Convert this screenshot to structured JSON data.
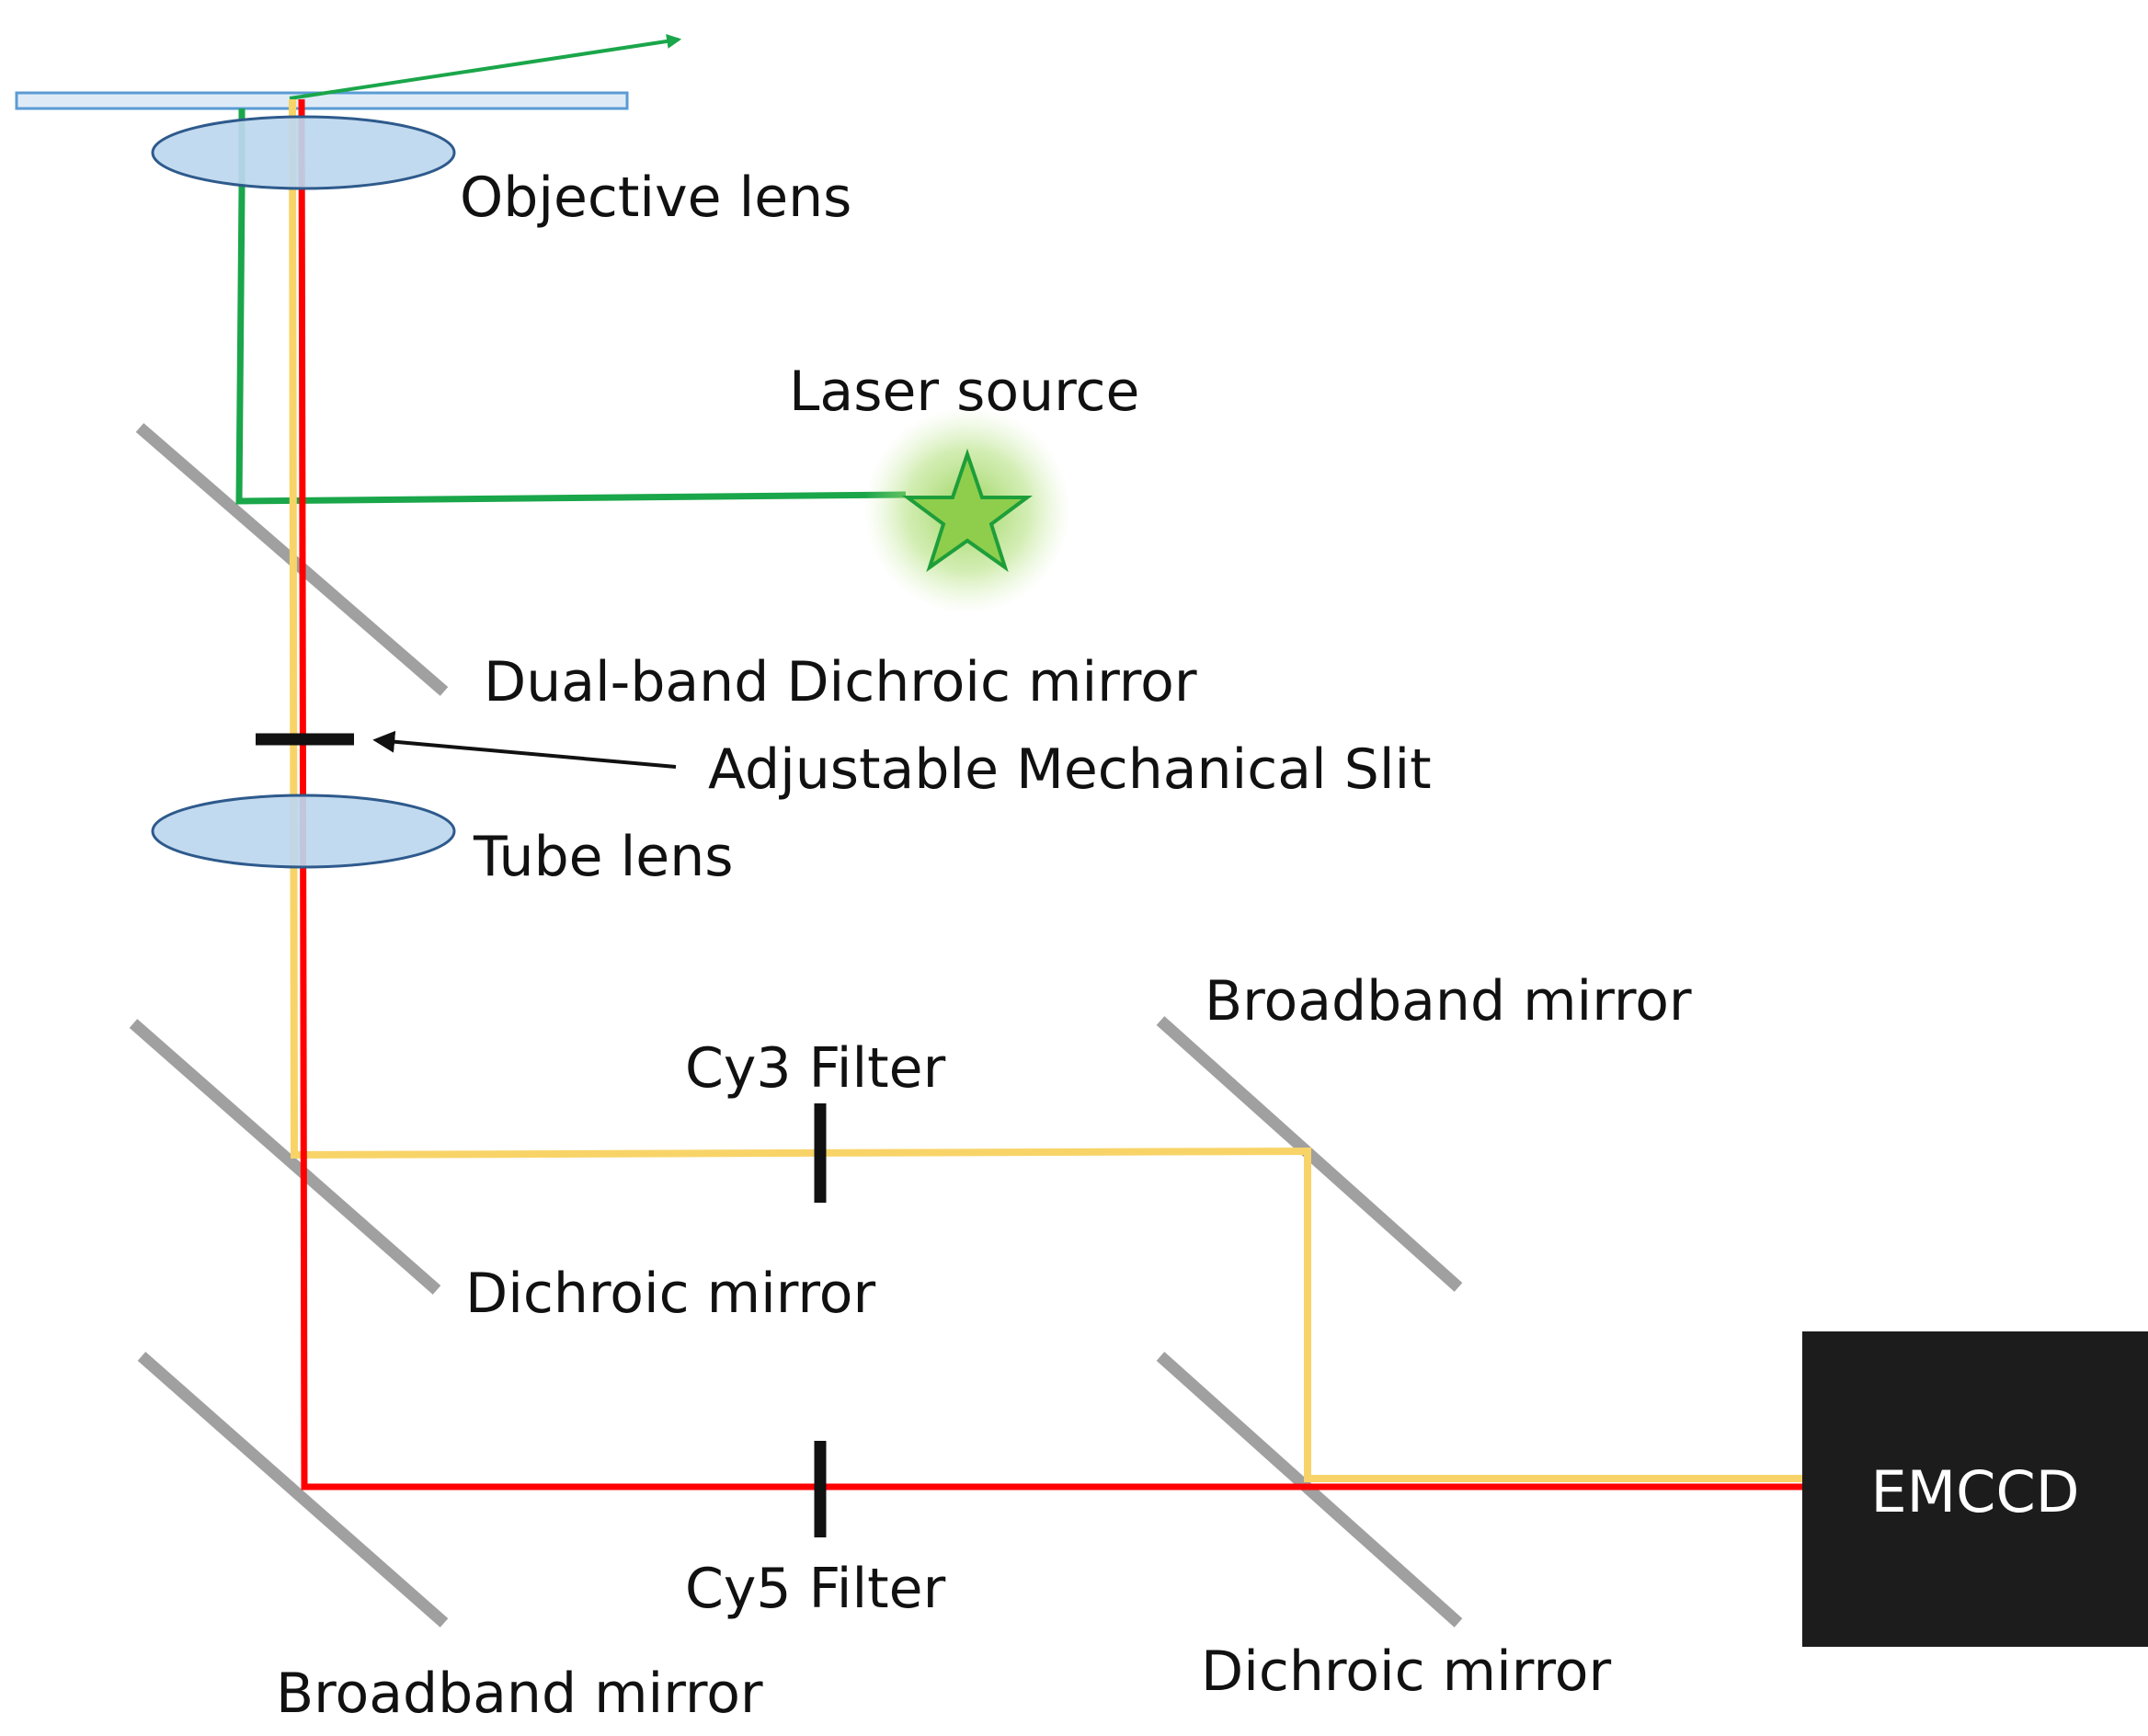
{
  "labels": {
    "objective_lens": "Objective lens",
    "laser_source": "Laser source",
    "dual_band_dichroic": "Dual-band Dichroic mirror",
    "slit": "Adjustable Mechanical Slit",
    "tube_lens": "Tube lens",
    "broadband_mirror_top": "Broadband mirror",
    "cy3_filter": "Cy3 Filter",
    "dichroic_mirror_left": "Dichroic mirror",
    "cy5_filter": "Cy5 Filter",
    "broadband_mirror_bottom": "Broadband mirror",
    "dichroic_mirror_right": "Dichroic mirror",
    "emccd": "EMCCD"
  },
  "colors": {
    "excitation_beam": "#1aa64a",
    "cy3_beam": "#f8d468",
    "cy5_beam": "#ff0000",
    "mirror": "#a0a0a0",
    "lens_fill": "#bdd7ee",
    "lens_stroke": "#2e5a8c",
    "slide_fill": "#deebf7",
    "slide_stroke": "#5b9bd5",
    "star_fill": "#8fce4c",
    "star_stroke": "#1e9e3a",
    "filter": "#111111",
    "emccd_box": "#1c1c1c"
  }
}
